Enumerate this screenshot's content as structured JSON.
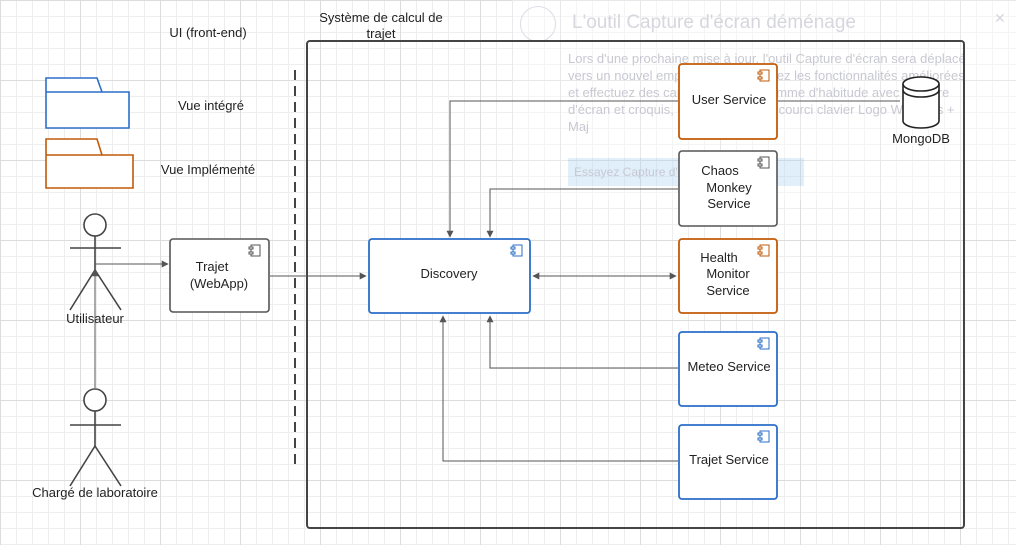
{
  "labels": {
    "ui_frontend": "UI (front-end)",
    "system_title_line1": "Système de calcul de",
    "system_title_line2": "trajet",
    "vue_integre": "Vue intégré",
    "vue_implemente": "Vue Implémenté"
  },
  "actors": {
    "user": "Utilisateur",
    "lab": "Chargé de laboratoire"
  },
  "components": {
    "webapp_line1": "Trajet",
    "webapp_line2": "(WebApp)",
    "discovery": "Discovery",
    "user_service": "User Service",
    "chaos_line1": "Chaos",
    "chaos_line2": "Monkey",
    "chaos_line3": "Service",
    "health_line1": "Health",
    "health_line2": "Monitor",
    "health_line3": "Service",
    "meteo_service": "Meteo Service",
    "trajet_service": "Trajet Service"
  },
  "database": {
    "name": "MongoDB"
  },
  "colors": {
    "integrated": "#2b6fc9",
    "implemented": "#c25a08",
    "neutral": "#444444",
    "line": "#555555"
  },
  "overlay": {
    "title": "L'outil Capture d'écran déménage",
    "body": "Lors d'une prochaine mise à jour, l'outil Capture d'écran sera déplacé vers un nouvel emplacement. Essayez les fonctionnalités améliorées et effectuez des captures d'écran comme d'habitude avec Capture d'écran et croquis, ou essayez le raccourci clavier Logo Windows + Maj",
    "button": "Essayez Capture d'écran et croquis"
  }
}
